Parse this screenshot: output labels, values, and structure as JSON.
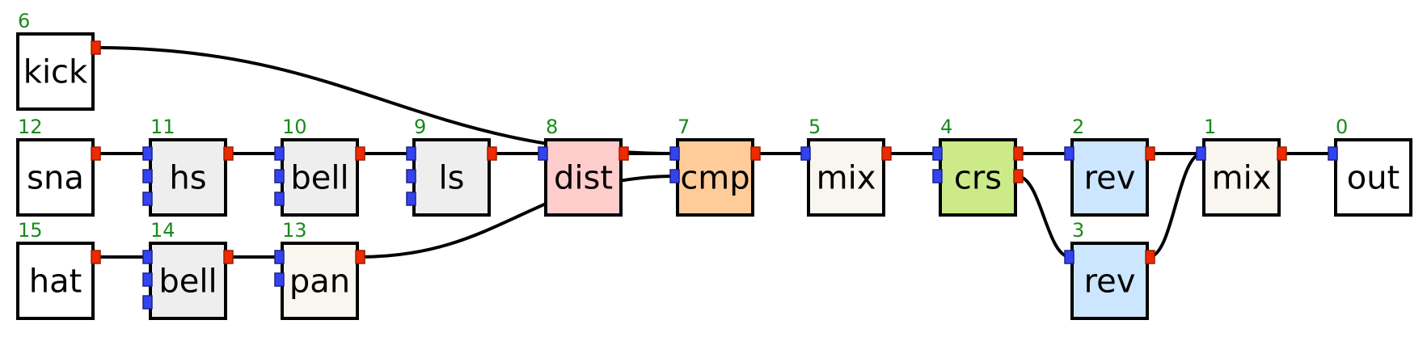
{
  "diagram": {
    "nodes": [
      {
        "key": "n6",
        "label": "kick",
        "id": "6",
        "kind": "source",
        "in_ports": 0,
        "out_ports": 1,
        "color": "#ffffff",
        "border": "#0a1ae8"
      },
      {
        "key": "n12",
        "label": "sna",
        "id": "12",
        "kind": "source",
        "in_ports": 0,
        "out_ports": 1,
        "color": "#ffffff",
        "border": "#0a1ae8"
      },
      {
        "key": "n15",
        "label": "hat",
        "id": "15",
        "kind": "source",
        "in_ports": 0,
        "out_ports": 1,
        "color": "#ffffff",
        "border": "#0a1ae8"
      },
      {
        "key": "n11",
        "label": "hs",
        "id": "11",
        "kind": "effect",
        "in_ports": 3,
        "out_ports": 1,
        "color": "#eeeeee",
        "border": "#000000"
      },
      {
        "key": "n10",
        "label": "bell",
        "id": "10",
        "kind": "effect",
        "in_ports": 3,
        "out_ports": 1,
        "color": "#eeeeee",
        "border": "#000000"
      },
      {
        "key": "n9",
        "label": "ls",
        "id": "9",
        "kind": "effect",
        "in_ports": 3,
        "out_ports": 1,
        "color": "#eeeeee",
        "border": "#000000"
      },
      {
        "key": "n8",
        "label": "dist",
        "id": "8",
        "kind": "effect",
        "in_ports": 1,
        "out_ports": 1,
        "color": "#ffcccc",
        "border": "#000000"
      },
      {
        "key": "n7",
        "label": "cmp",
        "id": "7",
        "kind": "effect",
        "in_ports": 2,
        "out_ports": 1,
        "color": "#ffcc99",
        "border": "#000000"
      },
      {
        "key": "n5",
        "label": "mix",
        "id": "5",
        "kind": "mixer",
        "in_ports": 1,
        "out_ports": 1,
        "color": "#f8f6ee",
        "border": "#000000"
      },
      {
        "key": "n4",
        "label": "crs",
        "id": "4",
        "kind": "effect",
        "in_ports": 2,
        "out_ports": 2,
        "color": "#cceb88",
        "border": "#000000"
      },
      {
        "key": "n2",
        "label": "rev",
        "id": "2",
        "kind": "effect",
        "in_ports": 1,
        "out_ports": 1,
        "color": "#cce6ff",
        "border": "#000000"
      },
      {
        "key": "n3",
        "label": "rev",
        "id": "3",
        "kind": "effect",
        "in_ports": 1,
        "out_ports": 1,
        "color": "#cce6ff",
        "border": "#000000"
      },
      {
        "key": "n1",
        "label": "mix",
        "id": "1",
        "kind": "mixer",
        "in_ports": 1,
        "out_ports": 1,
        "color": "#f8f6ee",
        "border": "#000000"
      },
      {
        "key": "n14",
        "label": "bell",
        "id": "14",
        "kind": "effect",
        "in_ports": 3,
        "out_ports": 1,
        "color": "#eeeeee",
        "border": "#000000"
      },
      {
        "key": "n13",
        "label": "pan",
        "id": "13",
        "kind": "effect",
        "in_ports": 2,
        "out_ports": 1,
        "color": "#f8f6ee",
        "border": "#000000"
      },
      {
        "key": "n0",
        "label": "out",
        "id": "0",
        "kind": "sink",
        "in_ports": 1,
        "out_ports": 0,
        "color": "#ffffff",
        "border": "#e81a1a"
      }
    ],
    "edges": [
      {
        "from": "n12",
        "from_port": 0,
        "to": "n11",
        "to_port": 0
      },
      {
        "from": "n11",
        "from_port": 0,
        "to": "n10",
        "to_port": 0
      },
      {
        "from": "n10",
        "from_port": 0,
        "to": "n9",
        "to_port": 0
      },
      {
        "from": "n9",
        "from_port": 0,
        "to": "n8",
        "to_port": 0
      },
      {
        "from": "n8",
        "from_port": 0,
        "to": "n7",
        "to_port": 0
      },
      {
        "from": "n6",
        "from_port": 0,
        "to": "n7",
        "to_port": 0
      },
      {
        "from": "n15",
        "from_port": 0,
        "to": "n14",
        "to_port": 0
      },
      {
        "from": "n14",
        "from_port": 0,
        "to": "n13",
        "to_port": 0
      },
      {
        "from": "n13",
        "from_port": 0,
        "to": "n7",
        "to_port": 1
      },
      {
        "from": "n7",
        "from_port": 0,
        "to": "n5",
        "to_port": 0
      },
      {
        "from": "n5",
        "from_port": 0,
        "to": "n4",
        "to_port": 0
      },
      {
        "from": "n4",
        "from_port": 0,
        "to": "n2",
        "to_port": 0
      },
      {
        "from": "n4",
        "from_port": 1,
        "to": "n3",
        "to_port": 0
      },
      {
        "from": "n2",
        "from_port": 0,
        "to": "n1",
        "to_port": 0
      },
      {
        "from": "n3",
        "from_port": 0,
        "to": "n1",
        "to_port": 0
      },
      {
        "from": "n1",
        "from_port": 0,
        "to": "n0",
        "to_port": 0
      }
    ]
  }
}
